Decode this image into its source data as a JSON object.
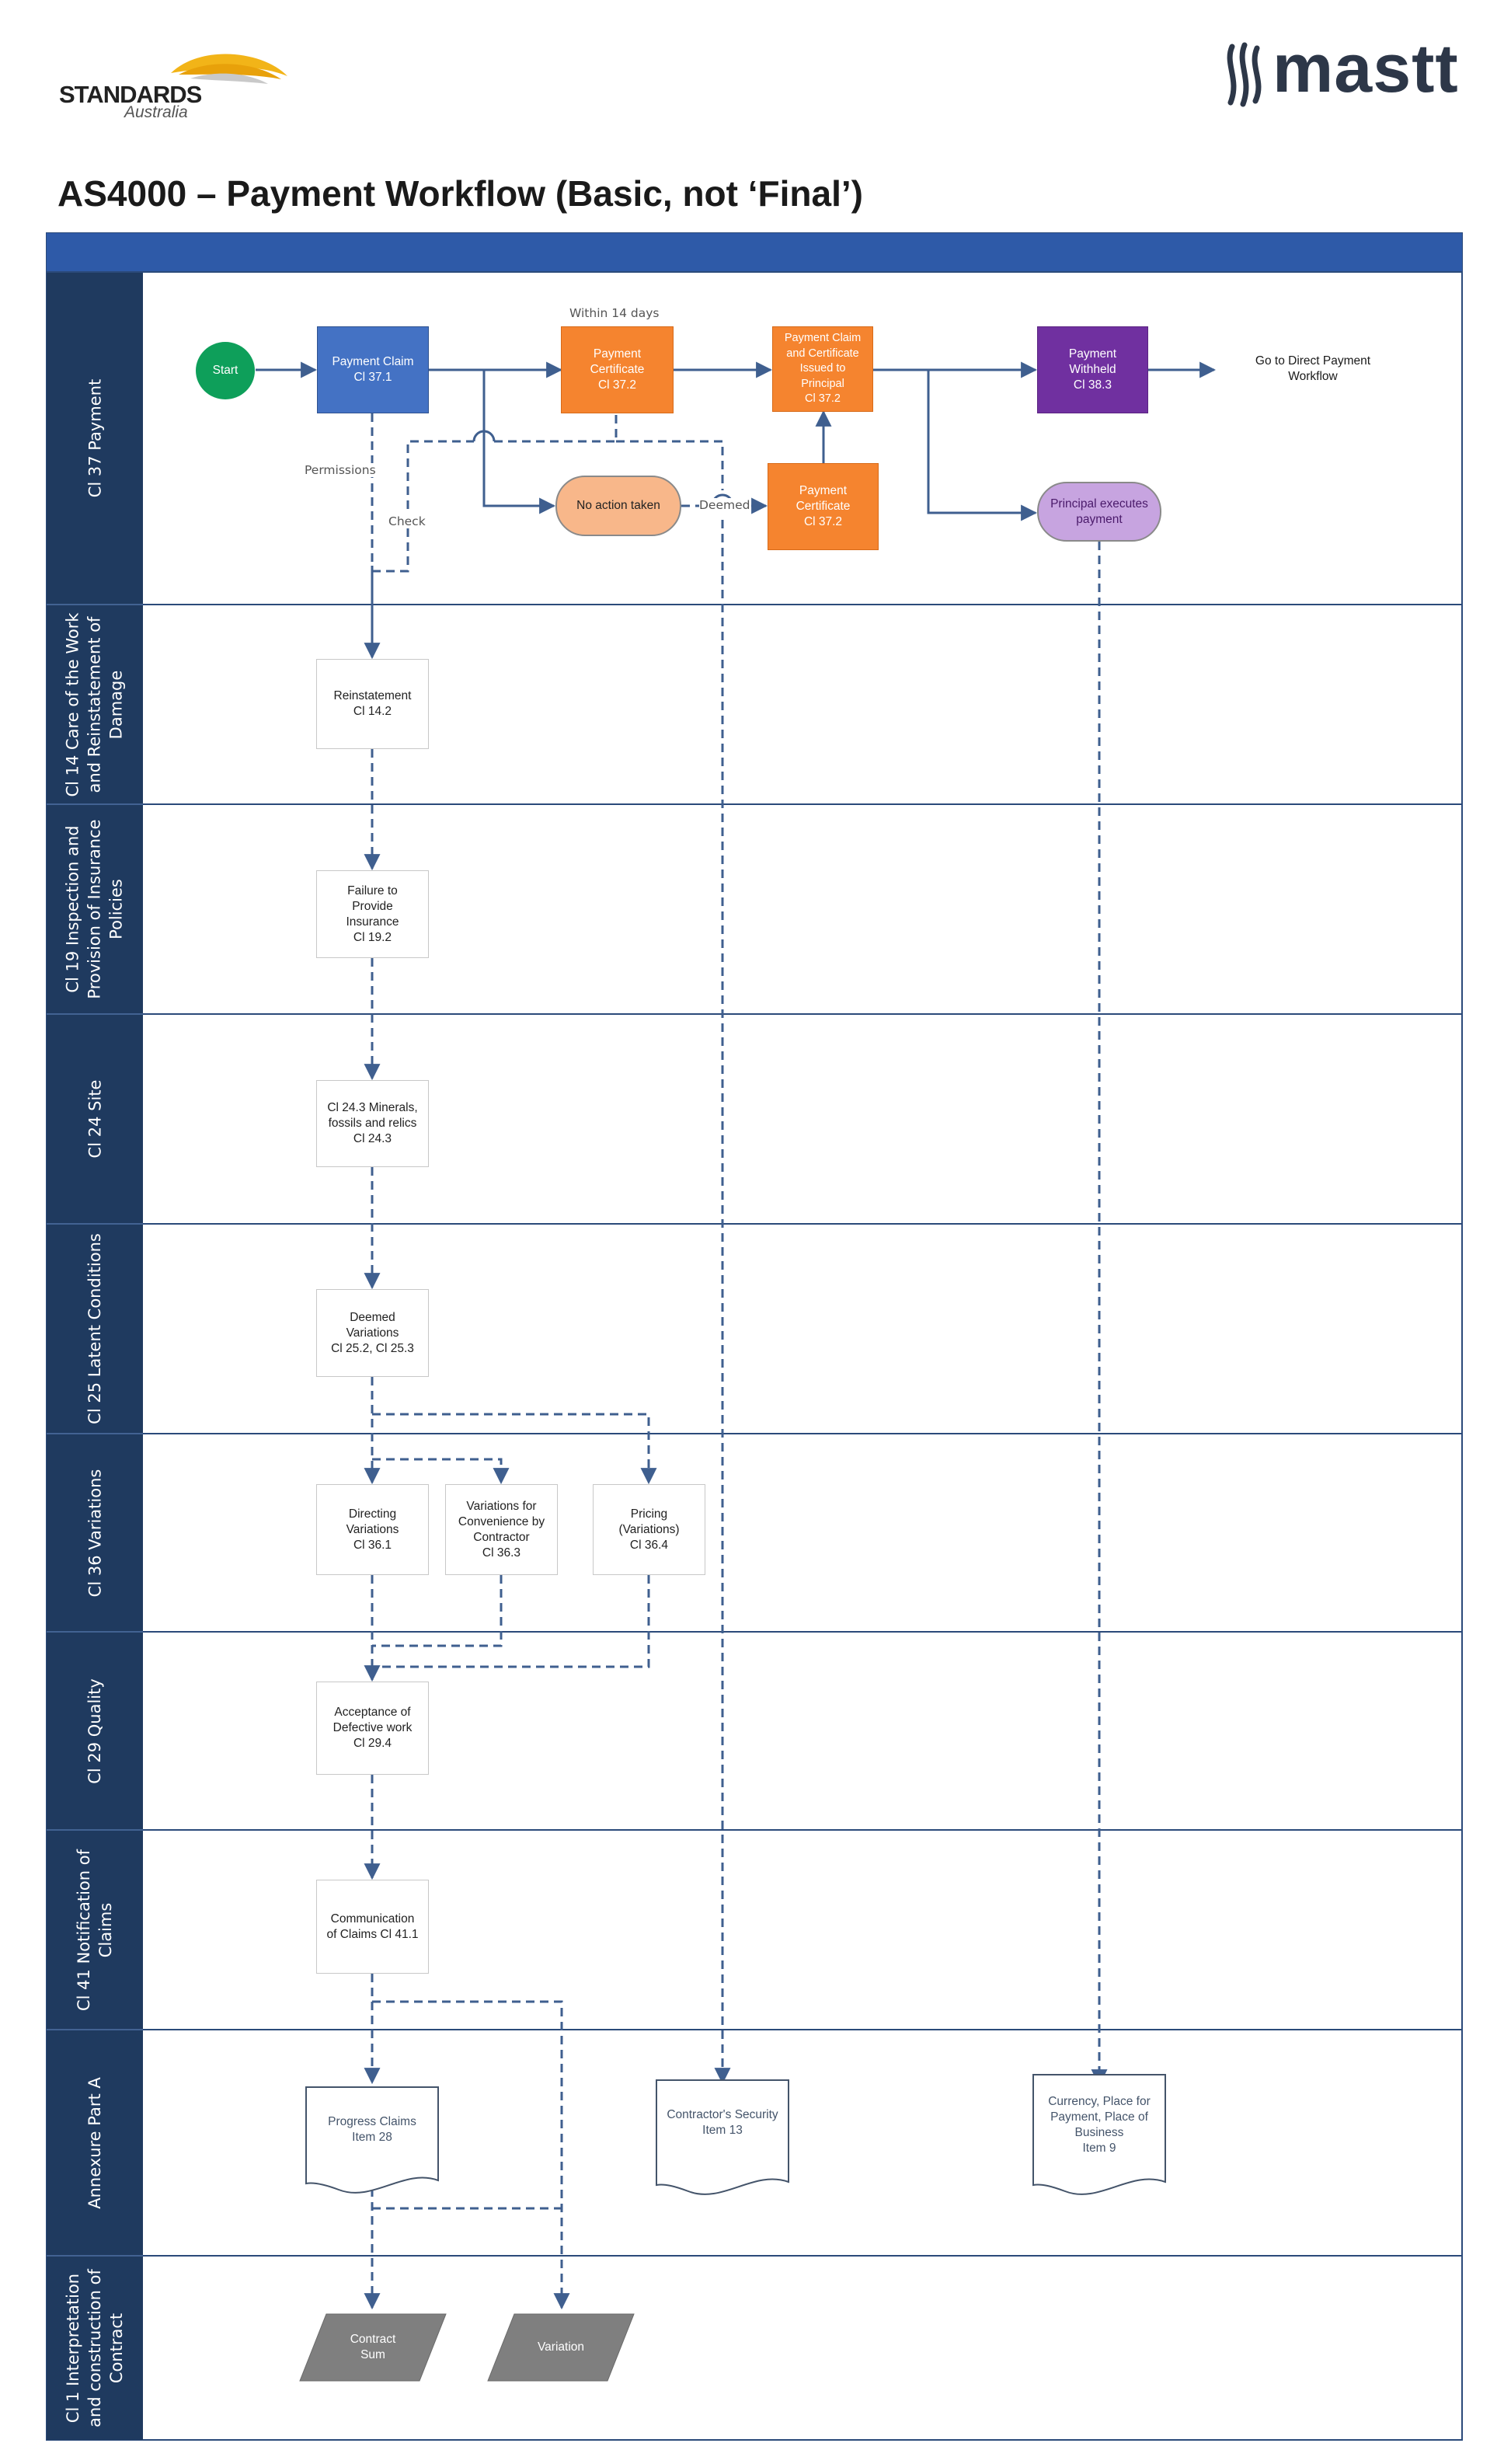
{
  "header": {
    "standards_logo_text": "STANDARDS",
    "standards_logo_sub": "Australia",
    "mastt_logo_text": "mastt",
    "title": "AS4000 – Payment Workflow (Basic, not ‘Final’)"
  },
  "colors": {
    "lane_header": "#1f3a5f",
    "top_band": "#2e5aa8",
    "blue_node": "#4472c4",
    "orange_node": "#f5842f",
    "purple_node": "#7030a0",
    "start_node": "#0e9f5a",
    "connector": "#3f5f8f",
    "parallelogram": "#7f7f7f"
  },
  "lanes": [
    {
      "label": "Cl 37 Payment"
    },
    {
      "label": "Cl 14 Care of the Work\nand Reinstatement of\nDamage"
    },
    {
      "label": "Cl 19 Inspection and\nProvision of Insurance\nPolicies"
    },
    {
      "label": "Cl 24 Site"
    },
    {
      "label": "Cl 25 Latent Conditions"
    },
    {
      "label": "Cl 36 Variations"
    },
    {
      "label": "Cl 29 Quality"
    },
    {
      "label": "Cl 41 Notification of\nClaims"
    },
    {
      "label": "Annexure Part A"
    },
    {
      "label": "Cl 1 Interpretation\nand construction of\nContract"
    }
  ],
  "nodes": {
    "start": "Start",
    "payment_claim": "Payment Claim\nCl 37.1",
    "payment_certificate_top": "Payment\nCertificate\nCl 37.2",
    "claim_and_certificate": "Payment Claim\nand Certificate\nIssued to\nPrincipal\nCl 37.2",
    "payment_withheld": "Payment\nWithheld\nCl 38.3",
    "go_direct": "Go to Direct Payment\nWorkflow",
    "no_action": "No action taken",
    "payment_certificate_bottom": "Payment\nCertificate\nCl 37.2",
    "principal_executes": "Principal executes\npayment",
    "reinstatement": "Reinstatement\nCl 14.2",
    "failure_insurance": "Failure to\nProvide\nInsurance\nCl 19.2",
    "minerals": "Cl 24.3 Minerals,\nfossils and relics\nCl 24.3",
    "deemed_variations": "Deemed\nVariations\nCl 25.2, Cl 25.3",
    "directing_variations": "Directing\nVariations\nCl 36.1",
    "convenience_variations": "Variations for\nConvenience by\nContractor\nCl 36.3",
    "pricing_variations": "Pricing\n(Variations)\nCl 36.4",
    "defective_work": "Acceptance of\nDefective work\nCl 29.4",
    "communication_claims": "Communication\nof Claims Cl 41.1",
    "progress_claims": "Progress Claims\nItem 28",
    "contractors_security": "Contractor's Security\nItem 13",
    "currency_place": "Currency, Place for\nPayment, Place of\nBusiness\nItem 9",
    "contract_sum": "Contract\nSum",
    "variation": "Variation"
  },
  "edge_labels": {
    "within_14_days": "Within 14 days",
    "permissions": "Permissions",
    "check": "Check",
    "deemed": "Deemed"
  }
}
